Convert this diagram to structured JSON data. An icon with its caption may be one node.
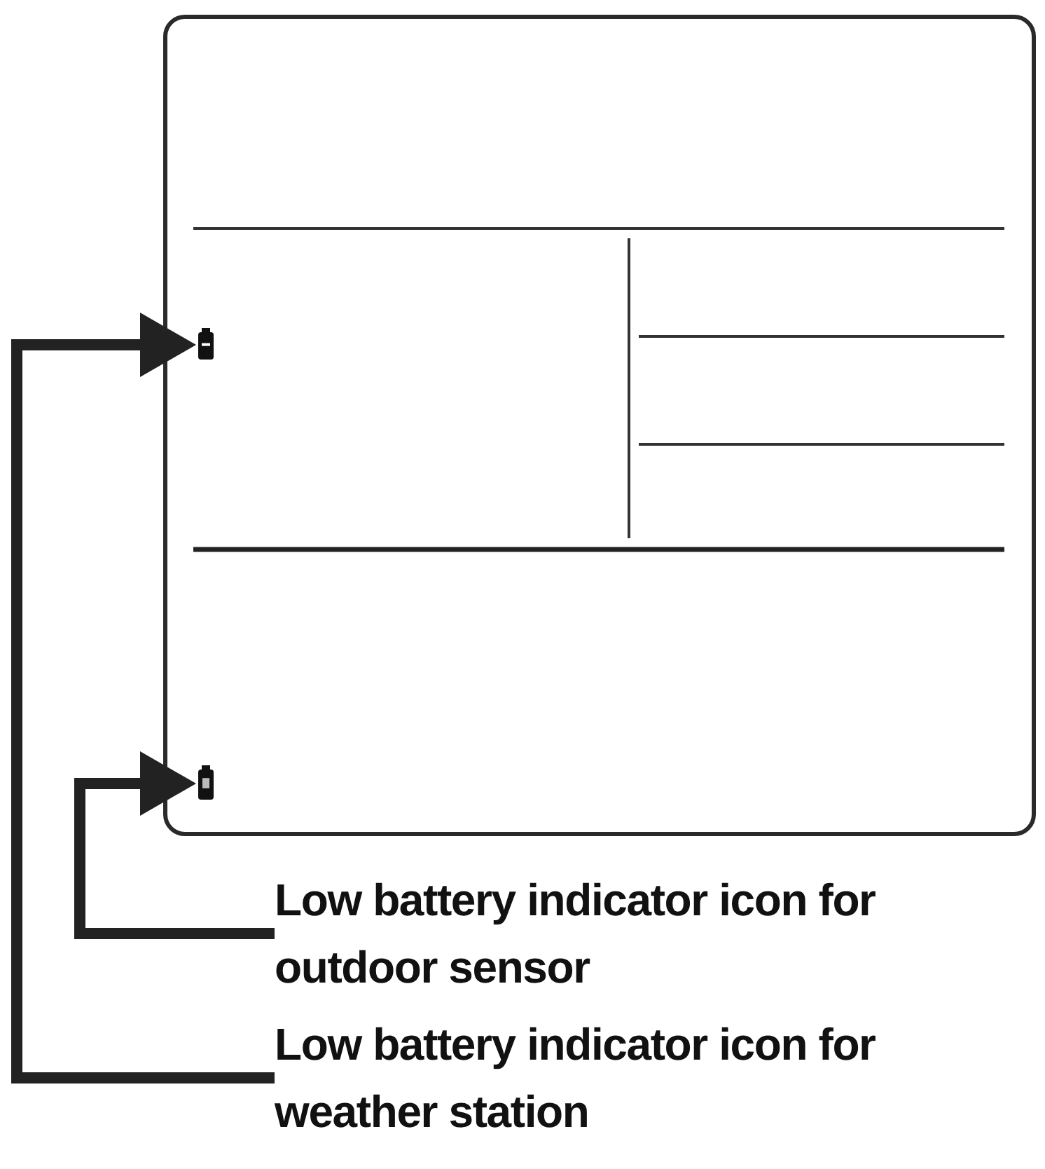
{
  "diagram": {
    "nodes": [
      {
        "text": [],
        "shape": "picture"
      },
      {
        "text": [],
        "shape": "picture"
      },
      {
        "text": [
          "Low battery indicator icon for outdoor sensor"
        ]
      },
      {
        "text": [
          "Low battery indicator icon for weather station"
        ]
      }
    ],
    "edges": [
      {
        "from": 2,
        "to": 1,
        "arrow": "to"
      },
      {
        "from": 3,
        "to": 0,
        "arrow": "to"
      }
    ]
  }
}
